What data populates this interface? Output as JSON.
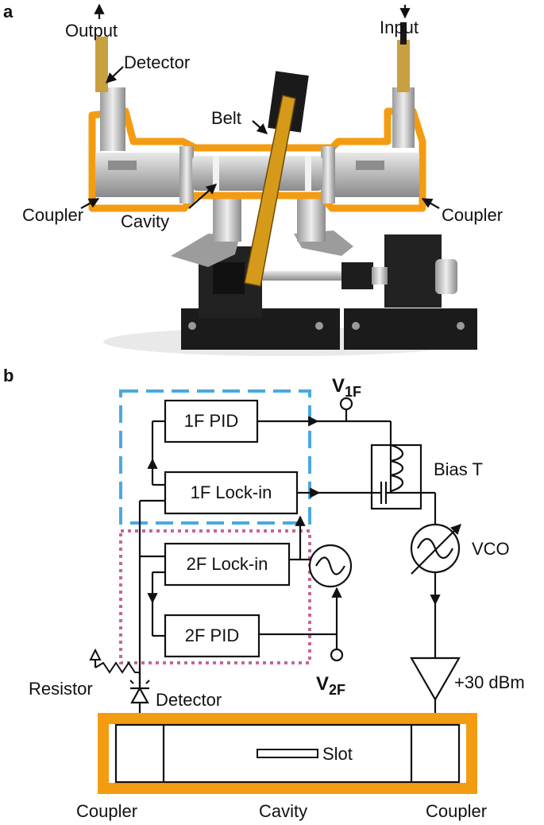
{
  "panel_a": {
    "letter": "a",
    "labels": {
      "output": "Output",
      "detector": "Detector",
      "input": "Input",
      "belt": "Belt",
      "coupler_left": "Coupler",
      "cavity": "Cavity",
      "coupler_right": "Coupler"
    }
  },
  "panel_b": {
    "letter": "b",
    "blocks": {
      "pid_1f": "1F PID",
      "lockin_1f": "1F Lock-in",
      "lockin_2f": "2F Lock-in",
      "pid_2f": "2F PID"
    },
    "v1f_main": "V",
    "v1f_sub": "1F",
    "v2f_main": "V",
    "v2f_sub": "2F",
    "bias_t": "Bias T",
    "vco": "VCO",
    "amplifier": "+30 dBm",
    "resistor": "Resistor",
    "detector": "Detector",
    "slot": "Slot",
    "bottom_labels": {
      "left": "Coupler",
      "middle": "Cavity",
      "right": "Coupler"
    }
  },
  "colors": {
    "highlight_orange": "#f39c12",
    "pid_1f_box_blue": "#4aa8e0",
    "pid_2f_box_pink": "#c9649a"
  }
}
